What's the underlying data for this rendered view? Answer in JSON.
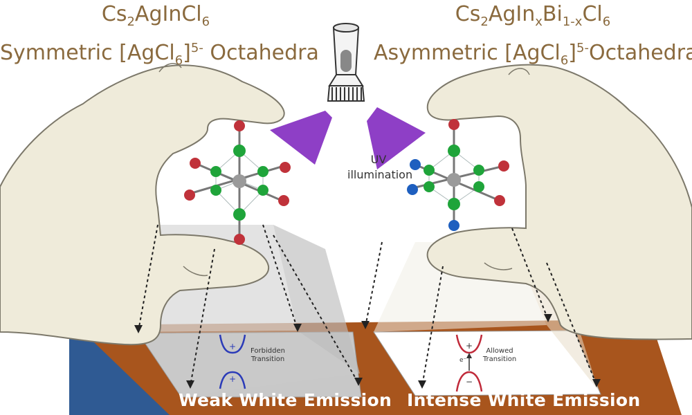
{
  "left_title": {
    "line1_parts": [
      "Cs",
      "2",
      "AgInCl",
      "6"
    ],
    "line2_parts": [
      "Symmetric [AgCl",
      "6",
      "]",
      "5-",
      " Octahedra"
    ]
  },
  "right_title": {
    "line1_parts": [
      "Cs",
      "2",
      "AgIn",
      "x",
      "Bi",
      "1-x",
      "Cl",
      "6"
    ],
    "line2_parts": [
      "Asymmetric [AgCl",
      "6",
      "]",
      "5-",
      "Octahedra"
    ]
  },
  "uv_label": {
    "line1": "UV",
    "line2": "illumination"
  },
  "left_transition": {
    "line1": "Forbidden",
    "line2": "Transition"
  },
  "right_transition": {
    "line1": "Allowed",
    "line2": "Transition",
    "arrow_label": "e⁻"
  },
  "emission": {
    "left": "Weak White Emission",
    "right": "Intense White Emission"
  },
  "colors": {
    "title": "#8a6a3e",
    "hand": "#efebda",
    "hand_outline": "#7c786a",
    "platform": "#a8551d",
    "uv_purple": "#8e3fc6",
    "atom_ag": "#9a9a9a",
    "atom_cl": "#1fa43a",
    "atom_in_red": "#c0323a",
    "atom_bi_blue": "#1e5fbf",
    "band_blue": "#2b3bb8",
    "band_red": "#c02a3a"
  },
  "icons": [
    "flashlight-icon",
    "hand-left-icon",
    "hand-right-icon",
    "octahedron-left-icon",
    "octahedron-right-icon"
  ]
}
